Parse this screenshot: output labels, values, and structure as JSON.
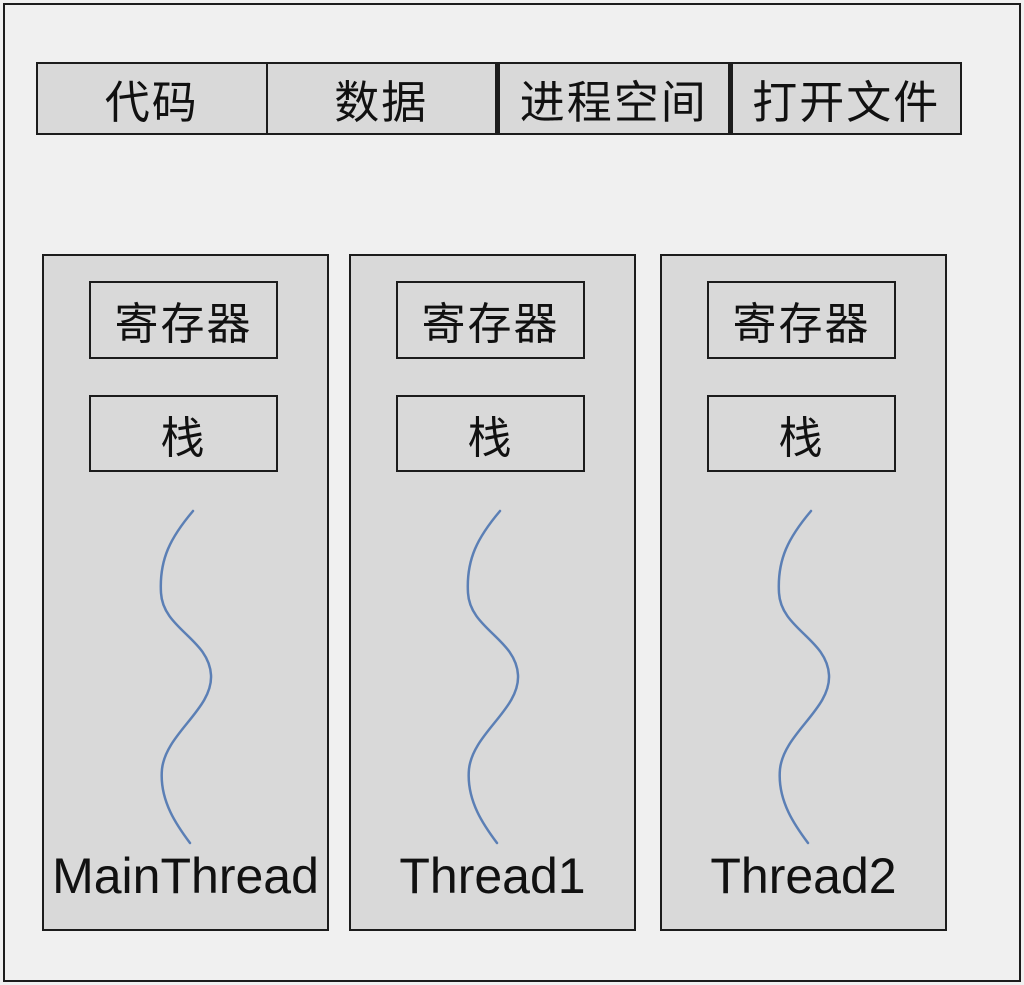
{
  "process_bar": {
    "segments": [
      {
        "label": "代码"
      },
      {
        "label": "数据"
      },
      {
        "label": "进程空间"
      },
      {
        "label": "打开文件"
      }
    ]
  },
  "threads": [
    {
      "name": "MainThread",
      "boxes": {
        "registers": "寄存器",
        "stack": "栈"
      }
    },
    {
      "name": "Thread1",
      "boxes": {
        "registers": "寄存器",
        "stack": "栈"
      }
    },
    {
      "name": "Thread2",
      "boxes": {
        "registers": "寄存器",
        "stack": "栈"
      }
    }
  ],
  "colors": {
    "page_background": "#f0f0f0",
    "panel_fill": "#d9d9d9",
    "border": "#1c1c1c",
    "wave_stroke": "#5b7fb5",
    "text": "#111111"
  }
}
